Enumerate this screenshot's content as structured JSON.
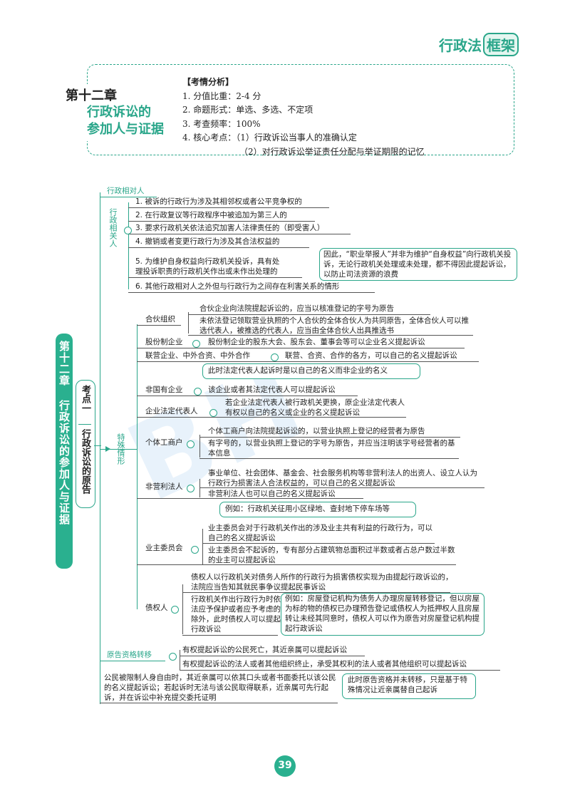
{
  "header": {
    "brand_text": "行政法",
    "brand_box": "框架"
  },
  "chapter": {
    "number": "第十二章",
    "title_line1": "行政诉讼的",
    "title_line2": "参加人与证据"
  },
  "analysis": {
    "heading": "【考情分析】",
    "items": [
      "1. 分值比重：2-4 分",
      "2. 命题形式：单选、多选、不定项",
      "3. 考查频率：100%",
      "4. 核心考点：（1）行政诉讼当事人的准确认定"
    ],
    "item4_line2": "（2）对行政诉讼举证责任分配与举证期限的记忆"
  },
  "side_banner": {
    "text": "第十二章  行政诉讼的参加人与证据"
  },
  "key_point": {
    "label": "考点一",
    "title": "行政诉讼的原告"
  },
  "third_party": {
    "label": "行政相对人",
    "vertical_label": "行政相关人",
    "items": [
      "1. 被诉的行政行为涉及其相邻权或者公平竞争权的",
      "2. 在行政复议等行政程序中被追加为第三人的",
      "3. 要求行政机关依法追究加害人法律责任的（即受害人）",
      "4. 撤销或者变更行政行为涉及其合法权益的"
    ],
    "item5_line1": "5. 为维护自身权益向行政机关投诉，具有处",
    "item5_line2": "理投诉职责的行政机关作出或未作出处理的",
    "item5_note": "因此，“职业举报人”并非为维护“自身权益”向行政机关投诉，无论行政机关处理或未处理，都不得因此提起诉讼，以防止司法资源的浪费",
    "item6": "6. 其他行政相对人之外但与行政行为之间存在利害关系的情形"
  },
  "special": {
    "vertical_label": "特殊情形",
    "partnership": {
      "label": "合伙组织",
      "line1": "合伙企业向法院提起诉讼的，应当以核准登记的字号为原告",
      "line2": "未依法登记领取营业执照的个人合伙的全体合伙人为共同原告，全体合伙人可以推选代表人，被推选的代表人，应当由全体合伙人出具推选书"
    },
    "joint_stock": {
      "label": "股份制企业",
      "text": "股份制企业的股东大会、股东会、董事会等可以企业名义提起诉讼"
    },
    "joint_venture": {
      "label": "联营企业、中外合资、中外合作",
      "text": "联营、合资、合作的各方，可以自己的名义提起诉讼"
    },
    "non_state_note": "此时法定代表人起诉时是以自己的名义而非企业的名义",
    "non_state": {
      "label": "非国有企业",
      "text": "该企业或者其法定代表人可以提起诉讼"
    },
    "legal_rep": {
      "label": "企业法定代表人",
      "text": "若企业法定代表人被行政机关更换，原企业法定代表人有权以自己的名义或企业的名义提起诉讼"
    },
    "individual": {
      "label": "个体工商户",
      "line1": "个体工商户向法院提起诉讼的，以营业执照上登记的经营者为原告",
      "line2": "有字号的，以营业执照上登记的字号为原告，并应当注明该字号经营者的基本信息"
    },
    "nonprofit": {
      "label": "非营利法人",
      "line1": "事业单位、社会团体、基金会、社会服务机构等非营利法人的出资人、设立人认为行政行为损害法人合法权益的，可以自己的名义提起诉讼",
      "line2": "非营利法人也可以自己的名义提起诉讼"
    },
    "owners": {
      "label": "业主委员会",
      "example": "例如：行政机关征用小区绿地、查封地下停车场等",
      "line1": "业主委员会对于行政机关作出的涉及业主共有利益的行政行为，可以自己的名义提起诉讼",
      "line2": "业主委员会不起诉的，专有部分占建筑物总面积过半数或者占总户数过半数的业主可以提起诉讼"
    },
    "creditor": {
      "label": "债权人",
      "line1": "债权人以行政机关对债务人所作的行政行为损害债权实现为由提起行政诉讼的，法院应当告知其就民事争议提起民事诉讼",
      "line2": "行政机关作出行政行为时依法应予保护或者应予考虑的除外，此时债权人可以提起行政诉讼",
      "example": "例如：房屋登记机构为债务人办理房屋转移登记，但以房屋为标的物的债权已办理预告登记或债权人为抵押权人且房屋转让未经其同意时，债权人可以作为原告对房屋登记机构提起行政诉讼"
    }
  },
  "transfer": {
    "label": "原告资格转移",
    "line1": "有权提起诉讼的公民死亡，其近亲属可以提起诉讼",
    "line2": "有权提起诉讼的法人或者其他组织终止，承受其权利的法人或者其他组织可以提起诉讼",
    "restricted": "公民被限制人身自由时，其近亲属可以依其口头或者书面委托以该公民的名义提起诉讼；若起诉时无法与该公民取得联系，近亲属可先行起诉，并在诉讼中补充提交委托证明",
    "note": "此时原告资格并未转移，只是基于特殊情况让近亲属替自己起诉"
  },
  "page_number": "39",
  "watermark": "BH",
  "colors": {
    "accent": "#2aa68a",
    "banner": "#2ab08f"
  }
}
